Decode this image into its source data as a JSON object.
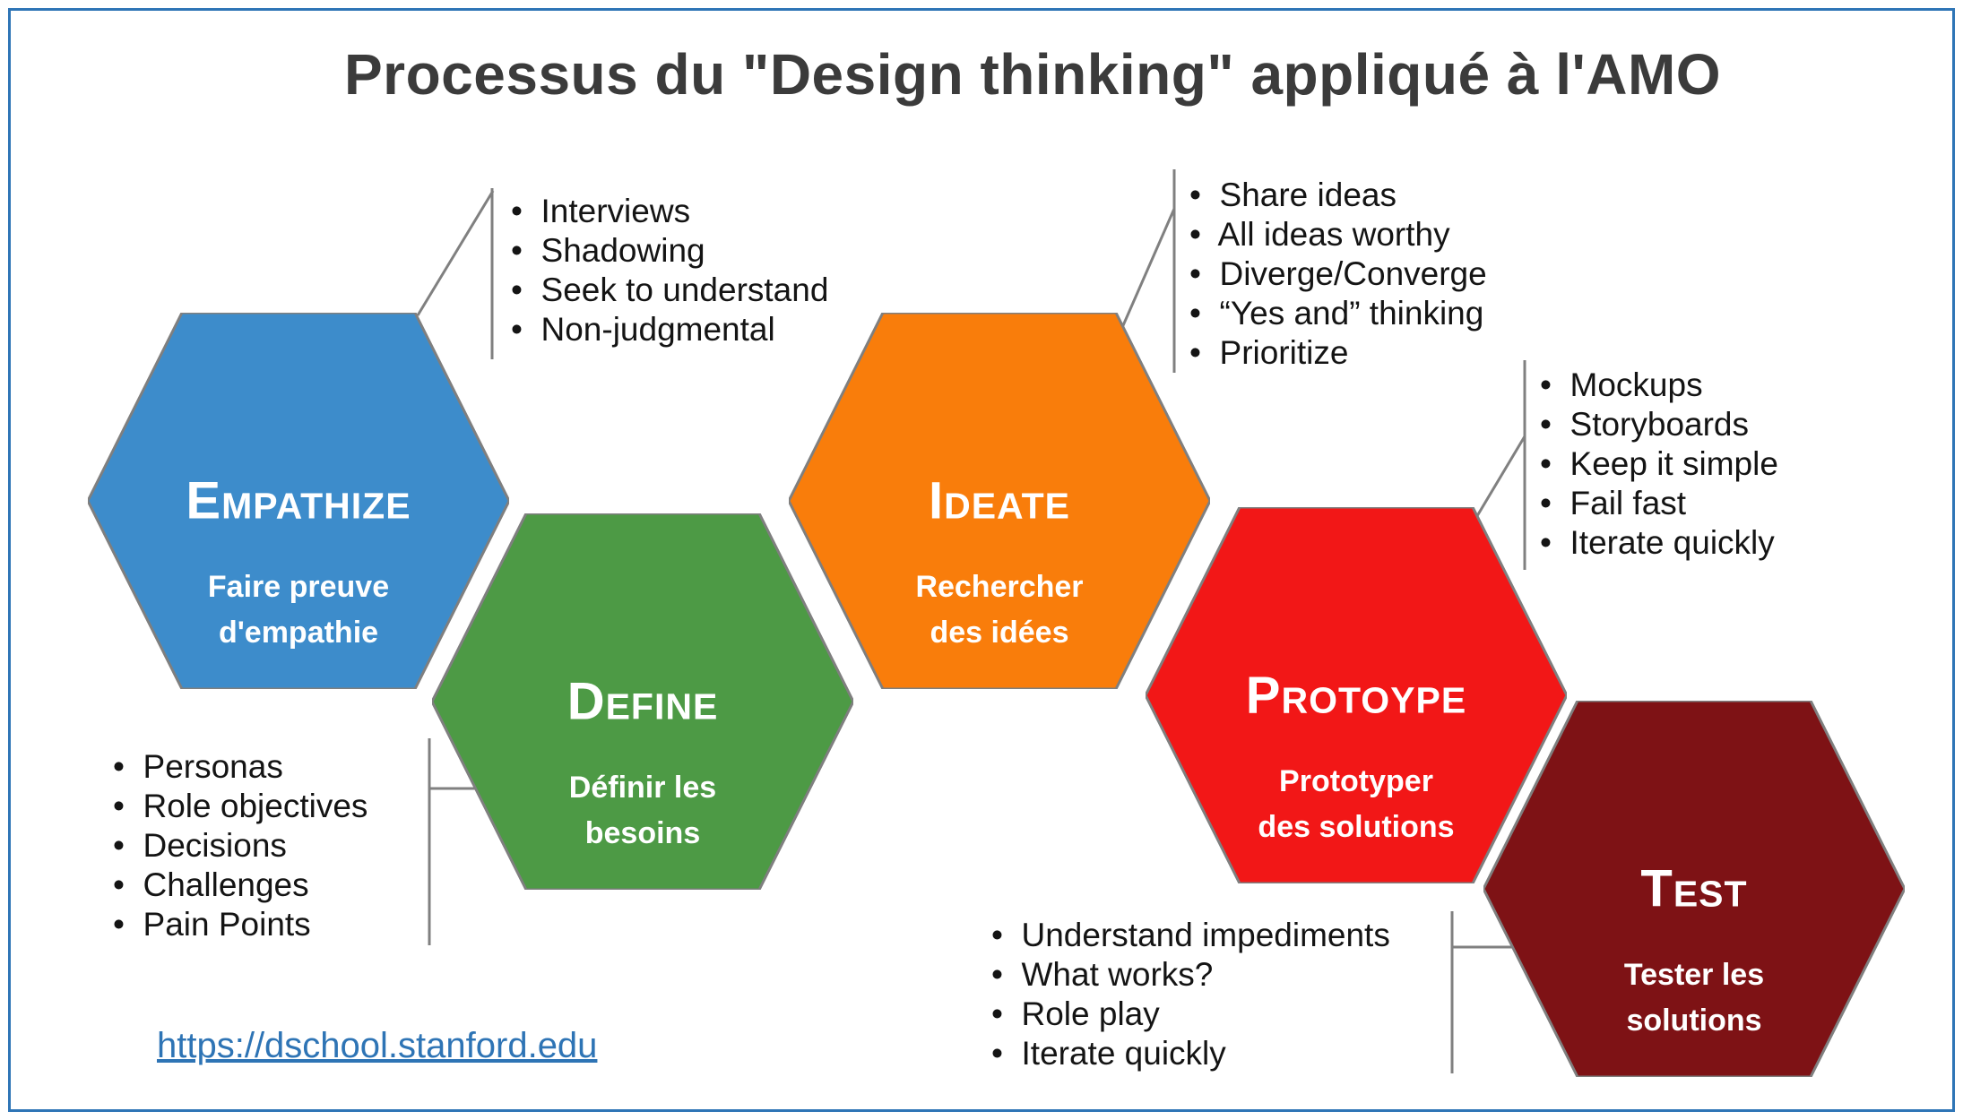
{
  "title": "Processus du \"Design thinking\" appliqué à l'AMO",
  "footer_link": "https://dschool.stanford.edu",
  "colors": {
    "frame_border": "#2E75B6",
    "connector": "#808080",
    "hexagon_outline": "#7F7F7F",
    "title_text": "#3B3B3B",
    "link_text": "#2E74B5"
  },
  "hexagons": [
    {
      "id": "empathize",
      "label": "Empathize",
      "subtitle": "Faire preuve\nd'empathie",
      "color": "#3D8CCB"
    },
    {
      "id": "define",
      "label": "Define",
      "subtitle": "Définir les\nbesoins",
      "color": "#4D9A45"
    },
    {
      "id": "ideate",
      "label": "Ideate",
      "subtitle": "Rechercher\ndes idées",
      "color": "#F97D0B"
    },
    {
      "id": "protoype",
      "label": "Protoype",
      "subtitle": "Prototyper\ndes solutions",
      "color": "#F21717"
    },
    {
      "id": "test",
      "label": "Test",
      "subtitle": "Tester les\nsolutions",
      "color": "#7E1215"
    }
  ],
  "lists": {
    "empathize": [
      "Interviews",
      "Shadowing",
      "Seek to understand",
      "Non-judgmental"
    ],
    "ideate": [
      "Share ideas",
      "All ideas worthy",
      "Diverge/Converge",
      "“Yes and” thinking",
      "Prioritize"
    ],
    "prototype": [
      "Mockups",
      "Storyboards",
      "Keep it simple",
      "Fail fast",
      "Iterate quickly"
    ],
    "define": [
      "Personas",
      "Role objectives",
      "Decisions",
      "Challenges",
      "Pain Points"
    ],
    "test": [
      "Understand impediments",
      "What works?",
      "Role play",
      "Iterate quickly"
    ]
  }
}
